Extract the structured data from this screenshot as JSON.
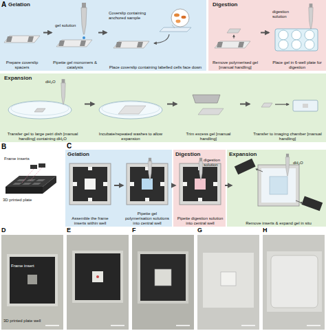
{
  "diagram": {
    "nodes": [
      {
        "text": [
          "Gelation"
        ]
      },
      {
        "text": [
          "Prepare coverslip spacers"
        ],
        "in": 0
      },
      {
        "text": [
          "Pipette gel monomers & catalysts"
        ],
        "in": 0
      },
      {
        "text": [
          "Place coverslip containing labelled cells face down"
        ],
        "in": 0
      },
      {
        "text": [
          "Digestion"
        ]
      },
      {
        "text": [
          "Remove polymerised gel [manual handling]"
        ],
        "in": 4
      },
      {
        "text": [
          "Place gel in 6-well plate for digestion"
        ],
        "in": 4
      },
      {
        "text": [
          "Expansion"
        ]
      },
      {
        "text": [
          "Transfer gel to large petri dish [manual handling] containing dH₂O"
        ],
        "in": 7
      },
      {
        "text": [
          "Incubate/repeated washes to allow expansion"
        ],
        "in": 7
      },
      {
        "text": [
          "Trim excess gel [manual handling]"
        ],
        "in": 7
      },
      {
        "text": [
          "Transfer to imaging chamber [manual handling]"
        ],
        "in": 7
      },
      {
        "text": [
          "Gelation"
        ]
      },
      {
        "text": [
          "Assemble the frame inserts within well"
        ],
        "in": 12
      },
      {
        "text": [
          "Pipette gel polymerisation solutions into central well"
        ],
        "in": 12
      },
      {
        "text": [
          "Digestion"
        ]
      },
      {
        "text": [
          "Pipette digestion solution into central well"
        ],
        "in": 15
      },
      {
        "text": [
          "Expansion"
        ]
      },
      {
        "text": [
          "Remove inserts & expand gel in situ"
        ],
        "in": 17
      }
    ],
    "edges": [
      {
        "from": 1,
        "to": 2,
        "arrow": "to"
      },
      {
        "from": 2,
        "to": 3,
        "arrow": "to"
      },
      {
        "from": 5,
        "to": 6,
        "arrow": "to"
      },
      {
        "from": 8,
        "to": 9,
        "arrow": "to"
      },
      {
        "from": 9,
        "to": 10,
        "arrow": "to"
      },
      {
        "from": 10,
        "to": 11,
        "arrow": "to"
      },
      {
        "from": 13,
        "to": 14,
        "arrow": "to"
      },
      {
        "from": 14,
        "to": 16,
        "arrow": "to"
      },
      {
        "from": 16,
        "to": 18,
        "arrow": "to"
      }
    ],
    "labels": [
      "A",
      "gel solution",
      "Coverslip containing anchored sample",
      "digestion solution",
      "dH₂O",
      "B",
      "Frame inserts",
      "3D printed plate",
      "C",
      "digestion solution",
      "dH₂O",
      "D",
      "E",
      "F",
      "G",
      "H",
      "Frame insert",
      "3D printed plate well"
    ]
  }
}
